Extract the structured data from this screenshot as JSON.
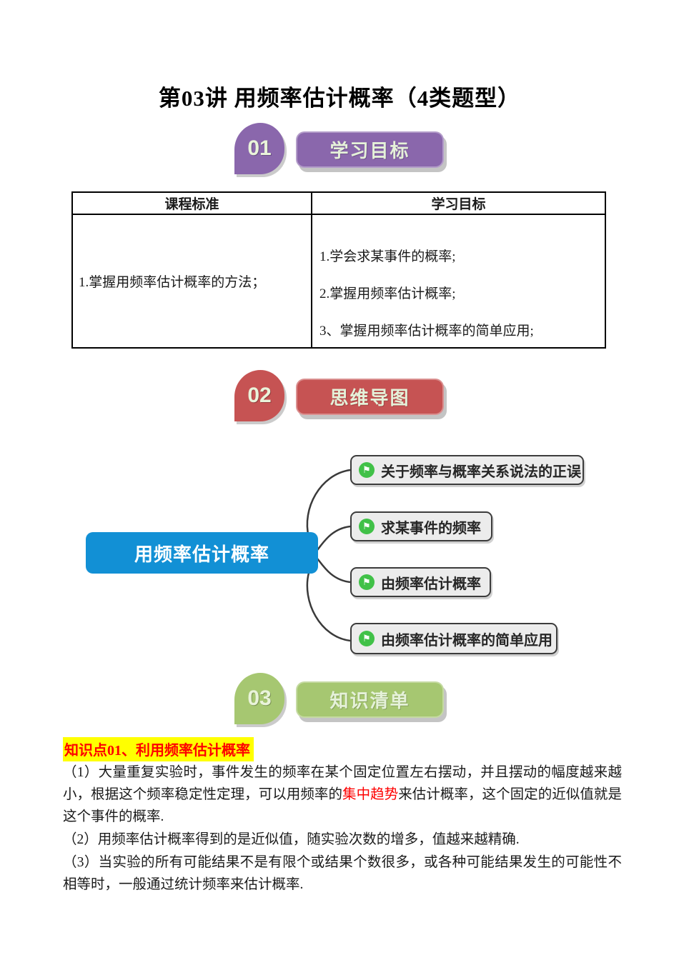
{
  "page": {
    "title": "第03讲 用频率估计概率（4类题型）"
  },
  "sections": [
    {
      "number": "01",
      "label": "学习目标"
    },
    {
      "number": "02",
      "label": "思维导图"
    },
    {
      "number": "03",
      "label": "知识清单"
    }
  ],
  "table": {
    "header_left": "课程标准",
    "header_right": "学习目标",
    "left_cell": "1.掌握用频率估计概率的方法；",
    "right_lines": [
      "1.学会求某事件的概率;",
      "2.掌握用频率估计概率;",
      "3、掌握用频率估计概率的简单应用;"
    ]
  },
  "mindmap": {
    "root": "用频率估计概率",
    "branches": [
      "关于频率与概率关系说法的正误",
      "求某事件的频率",
      "由频率估计概率",
      "由频率估计概率的简单应用"
    ]
  },
  "knowledge": {
    "heading": "知识点01、利用频率估计概率",
    "para1_before": "（1）大量重复实验时，事件发生的频率在某个固定位置左右摆动，并且摆动的幅度越来越小，根据这个频率稳定性定理，可以用频率的",
    "para1_red": "集中趋势",
    "para1_after": "来估计概率，这个固定的近似值就是这个事件的概率.",
    "para2": "（2）用频率估计概率得到的是近似值，随实验次数的增多，值越来越精确.",
    "para3": "（3）当实验的所有可能结果不是有限个或结果个数很多，或各种可能结果发生的可能性不相等时，一般通过统计频率来估计概率."
  },
  "icons": {
    "branch_flag": "⚑"
  },
  "colors": {
    "purple": "#8a67ac",
    "red": "#c65353",
    "green": "#a6c771",
    "root_blue": "#1290d5",
    "flag_green": "#41c148",
    "highlight_yellow": "#ffff00",
    "highlight_red": "#fe0000"
  }
}
